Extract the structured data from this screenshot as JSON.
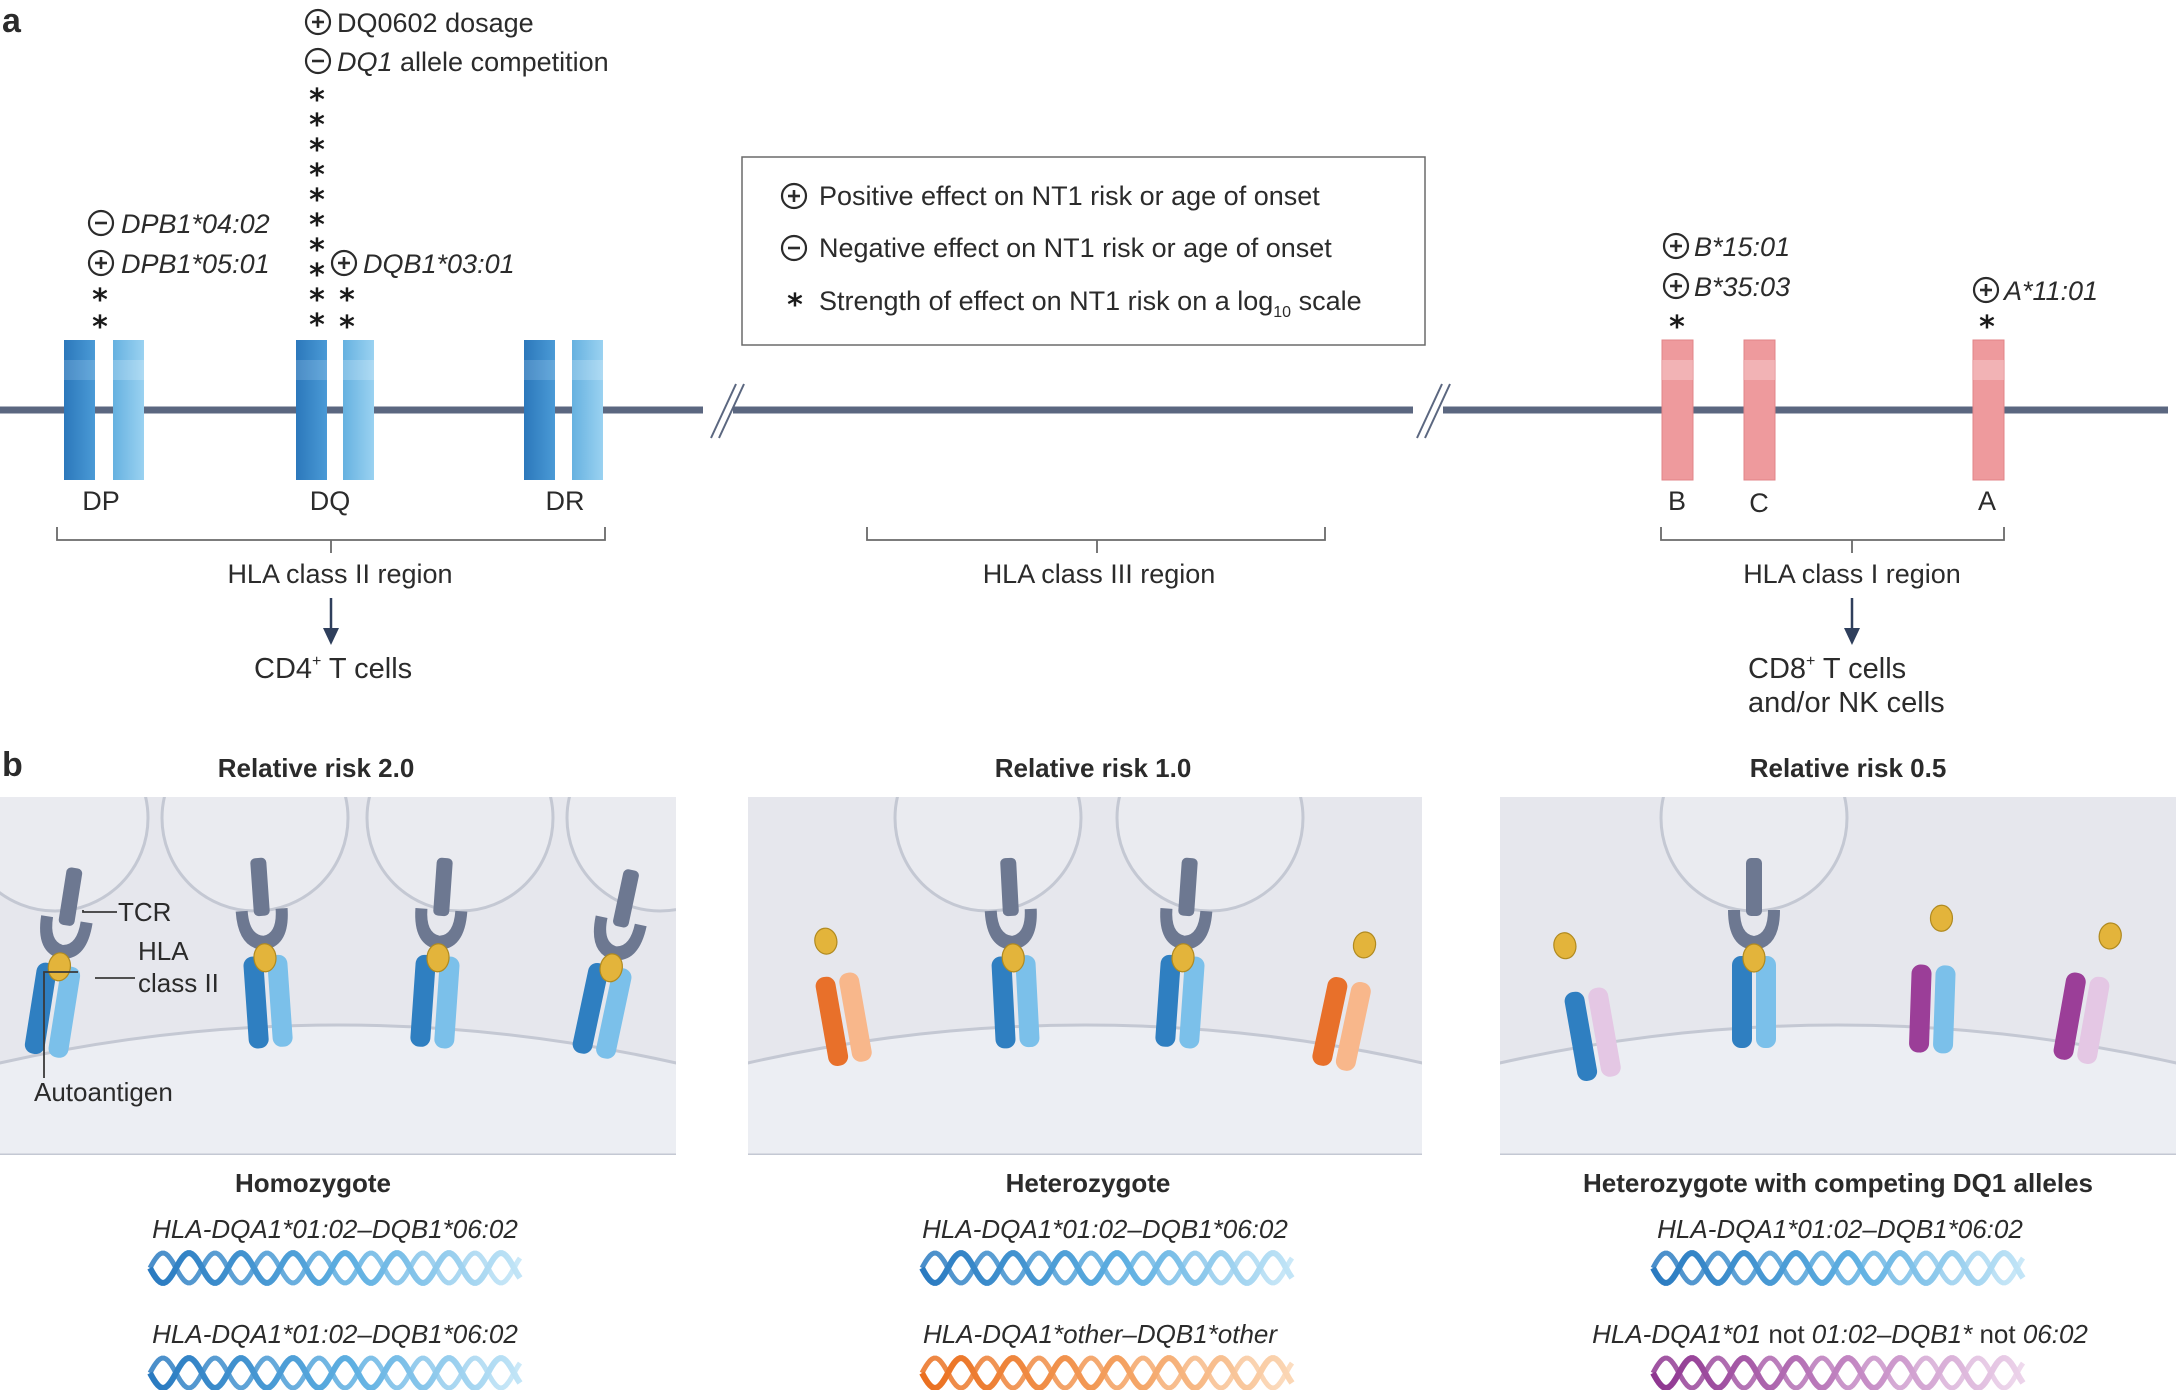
{
  "panel_a": {
    "label": "a",
    "effects": {
      "dp": [
        {
          "sign": "minus",
          "text": "DPB1*04:02"
        },
        {
          "sign": "plus",
          "text": "DPB1*05:01"
        }
      ],
      "dq_top": [
        {
          "sign": "plus",
          "text": "DQ0602 dosage"
        },
        {
          "sign": "minus",
          "italic_part": "DQ1",
          "text_part": " allele competition"
        }
      ],
      "dq_side": {
        "sign": "plus",
        "text": "DQB1*03:01"
      },
      "b": [
        {
          "sign": "plus",
          "text": "B*15:01"
        },
        {
          "sign": "plus",
          "text": "B*35:03"
        }
      ],
      "a": {
        "sign": "plus",
        "text": "A*11:01"
      }
    },
    "legend": {
      "positive": "Positive effect on NT1 risk or age of onset",
      "negative": "Negative effect on NT1 risk or age of onset",
      "strength_pre": "Strength of effect on NT1 risk on a log",
      "strength_sub": "10",
      "strength_post": " scale"
    },
    "genes": {
      "dp": "DP",
      "dq": "DQ",
      "dr": "DR",
      "b": "B",
      "c": "C",
      "a": "A"
    },
    "regions": {
      "class2": "HLA class II region",
      "class3": "HLA class III region",
      "class1": "HLA class I region"
    },
    "cells": {
      "cd4_pre": "CD4",
      "cd4_sup": "+",
      "cd4_post": " T cells",
      "cd8_pre": "CD8",
      "cd8_sup": "+",
      "cd8_post": " T cells",
      "cd8_line2": "and/or NK cells"
    },
    "colors": {
      "class2_dark": "#3a8bc8",
      "class2_light": "#7ec2ea",
      "class1": "#ee9a9d",
      "chromosome": "#5b6780"
    }
  },
  "panel_b": {
    "label": "b",
    "panels": [
      {
        "risk": "Relative risk 2.0",
        "genotype": "Homozygote",
        "allele1": "HLA-DQA1*01:02–DQB1*06:02",
        "allele2": "HLA-DQA1*01:02–DQB1*06:02"
      },
      {
        "risk": "Relative risk 1.0",
        "genotype": "Heterozygote",
        "allele1": "HLA-DQA1*01:02–DQB1*06:02",
        "allele2": "HLA-DQA1*other–DQB1*other"
      },
      {
        "risk": "Relative risk 0.5",
        "genotype": "Heterozygote with competing DQ1 alleles",
        "allele1": "HLA-DQA1*01:02–DQB1*06:02",
        "allele2_parts": [
          "HLA-DQA1*01",
          " not ",
          "01:02–DQB1*",
          " not ",
          "06:02"
        ]
      }
    ],
    "labels": {
      "tcr": "TCR",
      "hla1": "HLA",
      "hla2": "class II",
      "autoantigen": "Autoantigen"
    },
    "colors": {
      "blue": "#2f7fc1",
      "orange": "#e8702a",
      "purple": "#9b3e98",
      "antigen": "#e3b43b",
      "tcr": "#6d7891"
    }
  }
}
